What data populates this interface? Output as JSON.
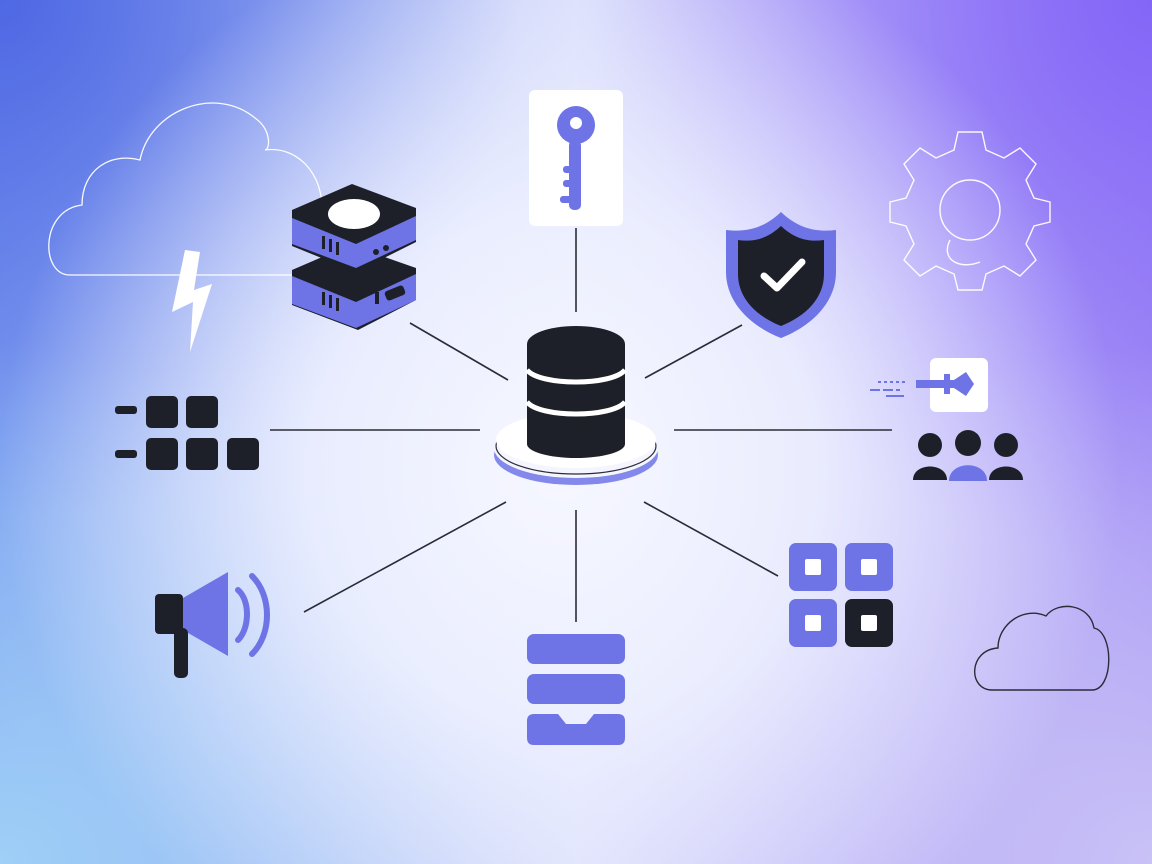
{
  "colors": {
    "background_top_left": "#5a74e8",
    "background_top_right": "#8a6cf6",
    "background_center": "#f6f7ff",
    "background_bottom_left": "#a6cdf6",
    "accent": "#6e74e6",
    "dark": "#1e2029",
    "white": "#ffffff",
    "connector": "#2a2c36"
  },
  "hub": {
    "icon": "database-icon",
    "platform": "hub-platform"
  },
  "nodes": [
    {
      "id": "server-stack",
      "icon": "server-stack-icon"
    },
    {
      "id": "key-card",
      "icon": "key-icon"
    },
    {
      "id": "security-shield",
      "icon": "shield-check-icon"
    },
    {
      "id": "bars-grid",
      "icon": "grid-bars-icon"
    },
    {
      "id": "team",
      "icon": "users-group-icon"
    },
    {
      "id": "send-pen",
      "icon": "pen-send-icon"
    },
    {
      "id": "announcement",
      "icon": "megaphone-icon"
    },
    {
      "id": "storage-blocks",
      "icon": "storage-blocks-icon"
    },
    {
      "id": "apps-grid",
      "icon": "apps-grid-icon"
    }
  ],
  "decorations": [
    {
      "id": "storm-cloud",
      "icon": "cloud-lightning-icon"
    },
    {
      "id": "settings-outline",
      "icon": "gear-outline-icon"
    },
    {
      "id": "small-cloud",
      "icon": "cloud-outline-icon"
    }
  ]
}
